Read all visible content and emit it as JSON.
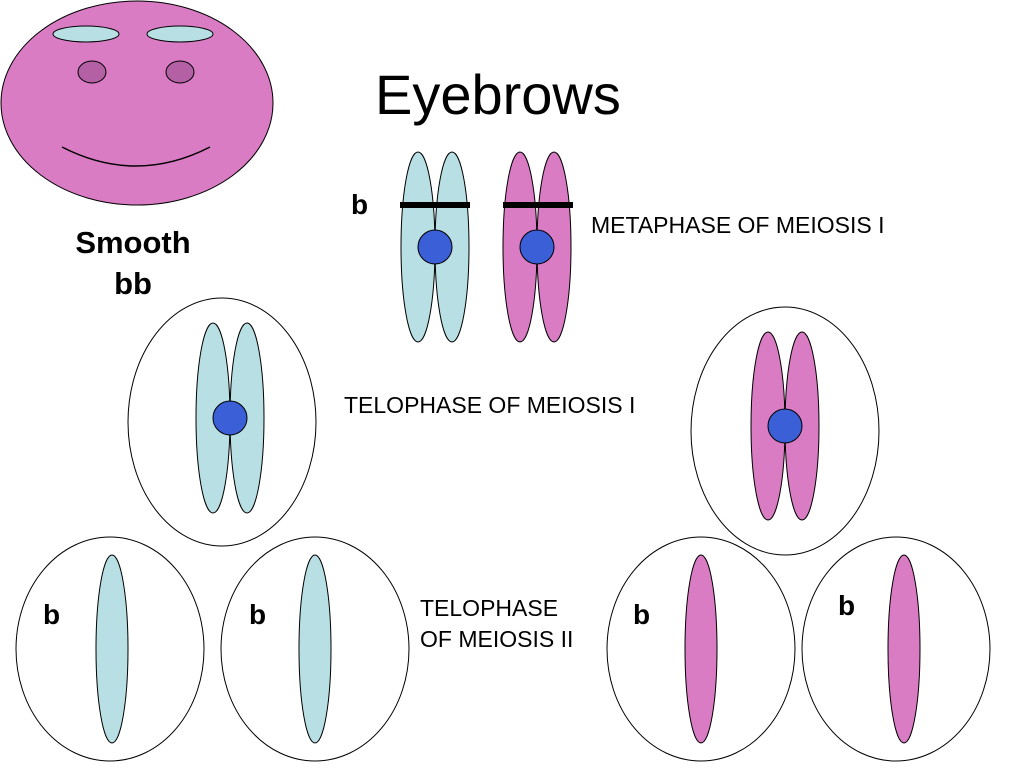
{
  "title": "Eyebrows",
  "trait": {
    "phenotype": "Smooth",
    "genotype": "bb"
  },
  "stages": {
    "metaphase_1": "METAPHASE OF MEIOSIS I",
    "telophase_1": "TELOPHASE OF MEIOSIS I",
    "telophase_2_line1": "TELOPHASE",
    "telophase_2_line2": "OF MEIOSIS II"
  },
  "allele_labels": {
    "metaphase": "b",
    "cell_1": "b",
    "cell_2": "b",
    "cell_3": "b",
    "cell_4": "b"
  },
  "colors": {
    "face": "#d97cc4",
    "face_eye": "#b361a4",
    "chromosome_blue": "#b8dfe3",
    "chromosome_pink": "#d97cc4",
    "centromere": "#3a5fd6",
    "band": "#000000",
    "cell_outline": "#000000"
  },
  "icons": [
    "face-icon",
    "chromosome-icon",
    "centromere-icon",
    "cell-icon"
  ]
}
